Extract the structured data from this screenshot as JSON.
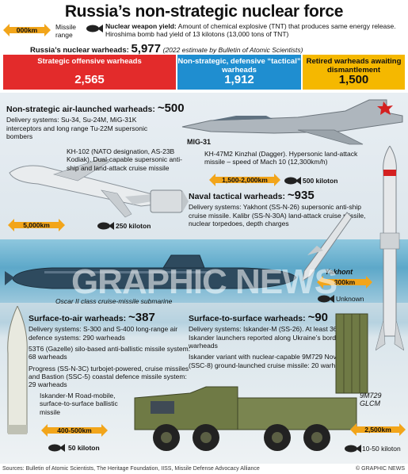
{
  "header": {
    "title": "Russia’s non-strategic nuclear force",
    "legend_range_value": "000km",
    "legend_range_label": "Missile range",
    "legend_yield_title": "Nuclear weapon yield:",
    "legend_yield_text": "Amount of chemical explosive (TNT) that produces same energy release. Hiroshima bomb had yield of 13 kilotons (13,000 tons of TNT)",
    "stockpile_label": "Russia’s nuclear warheads:",
    "stockpile_value": "5,977",
    "stockpile_note": "(2022 estimate by Bulletin of Atomic Scientists)"
  },
  "bars": [
    {
      "label": "Strategic offensive warheads",
      "value": "2,565",
      "color": "#e32b2b"
    },
    {
      "label": "Non-strategic, defensive “tactical” warheads",
      "value": "1,912",
      "color": "#1f8ed0"
    },
    {
      "label": "Retired warheads awaiting dismantlement",
      "value": "1,500",
      "color": "#f5b800"
    }
  ],
  "air": {
    "heading": "Non-strategic air-launched warheads:",
    "count": "~500",
    "line1": "Delivery systems: Su-34, Su-24M, MiG-31K interceptors and long range Tu-22M supersonic bombers",
    "mig_label": "MIG-31",
    "kh102_text": "KH-102 (NATO designation, AS-23B Kodiak). Dual-capable supersonic anti-ship and land-attack cruise missile",
    "kh102_range": "5,000km",
    "kh102_yield": "250 kiloton",
    "kinzhal_text": "KH-47M2 Kinzhal (Dagger). Hypersonic land-attack missile – speed of Mach 10 (12,300km/h)",
    "kinzhal_range": "1,500-2,000km",
    "kinzhal_yield": "500 kiloton"
  },
  "naval": {
    "heading": "Naval tactical warheads:",
    "count": "~935",
    "text": "Delivery systems: Yakhont (SS-N-26) supersonic anti-ship cruise missile. Kalibr (SS-N-30A) land-attack cruise missile, nuclear torpedoes, depth charges",
    "sub_label": "Oscar II class cruise-missile submarine",
    "yakhont_label": "Yakhont",
    "yakhont_range": "300km",
    "yakhont_yield": "Unknown"
  },
  "sam": {
    "heading": "Surface-to-air warheads:",
    "count": "~387",
    "text1": "Delivery systems: S-300 and S-400 long-range air defence systems: 290 warheads",
    "text2": "53T6 (Gazelle) silo-based anti-ballistic missile system: 68 warheads",
    "text3": "Progress (SS-N-3C) turbojet-powered, cruise missiles and Bastion (SSC-5) coastal defence missile system: 29 warheads",
    "iskander_label": "Iskander-M Road-mobile, surface-to-surface ballistic missile",
    "iskander_range": "400-500km",
    "iskander_yield": "50 kiloton"
  },
  "ssm": {
    "heading": "Surface-to-surface warheads:",
    "count": "~90",
    "text1": "Delivery systems: Iskander-M (SS-26). At least 36 Iskander launchers reported along Ukraine’s border: 70 warheads",
    "text2": "Iskander variant with nuclear-capable 9M729 Novator (SSC-8) ground-launched cruise missile: 20 warheads",
    "glcm_label": "9M729 GLCM",
    "glcm_range": "2,500km",
    "glcm_yield": "10-50 kiloton"
  },
  "footer": {
    "sources": "Sources: Bulletin of Atomic Scientists, The Heritage Foundation, IISS, Missile Defense Advocacy Alliance",
    "credit": "© GRAPHIC NEWS"
  },
  "watermark": "GRAPHIC NEWS"
}
